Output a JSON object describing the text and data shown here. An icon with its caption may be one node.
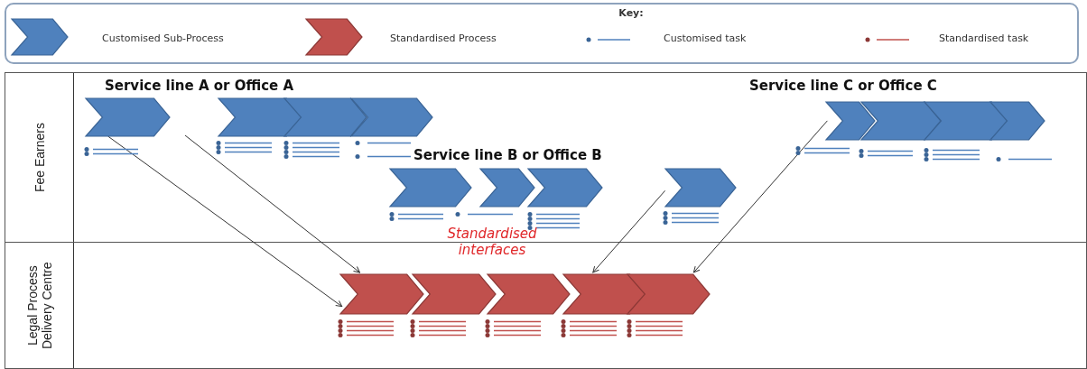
{
  "diagram": {
    "nodes": [
      {
        "text": [
          "Fee Earners"
        ]
      },
      {
        "text": [
          "Legal Process Delivery Centre"
        ]
      },
      {
        "text": [],
        "shape": "chevron",
        "in": 0
      },
      {
        "text": [],
        "shape": "chevron",
        "in": 0
      },
      {
        "text": [],
        "shape": "chevron",
        "in": 0
      },
      {
        "text": [],
        "shape": "chevron",
        "in": 0
      },
      {
        "text": [],
        "shape": "chevron",
        "in": 0
      },
      {
        "text": [],
        "shape": "chevron",
        "in": 0
      },
      {
        "text": [],
        "shape": "chevron",
        "in": 0
      },
      {
        "text": [],
        "shape": "chevron",
        "in": 0
      },
      {
        "text": [],
        "shape": "chevron",
        "in": 0
      },
      {
        "text": [],
        "shape": "chevron",
        "in": 0
      },
      {
        "text": [],
        "shape": "chevron",
        "in": 0
      },
      {
        "text": [],
        "shape": "chevron",
        "in": 0
      },
      {
        "text": [],
        "shape": "chevron",
        "in": 1
      },
      {
        "text": [],
        "shape": "chevron",
        "in": 1
      },
      {
        "text": [],
        "shape": "chevron",
        "in": 1
      },
      {
        "text": [],
        "shape": "chevron",
        "in": 1
      },
      {
        "text": [],
        "shape": "chevron",
        "in": 1
      }
    ],
    "edges": [
      {
        "from": 2,
        "to": 14,
        "arrow": "to"
      },
      {
        "from": null,
        "to": 14,
        "arrow": "to"
      },
      {
        "from": 9,
        "to": 17,
        "arrow": "to"
      },
      {
        "from": 10,
        "to": 18,
        "arrow": "to"
      }
    ],
    "labels": [
      "Key:",
      "Service line A or Office A",
      "Service line C or Office C",
      "Service line B or Office B",
      "Standardised interfaces"
    ],
    "legend": [
      {
        "text": "Customised Sub-Process"
      },
      {
        "text": "Standardised Process"
      },
      {
        "text": "Customised task"
      },
      {
        "text": "Standardised task"
      }
    ]
  }
}
